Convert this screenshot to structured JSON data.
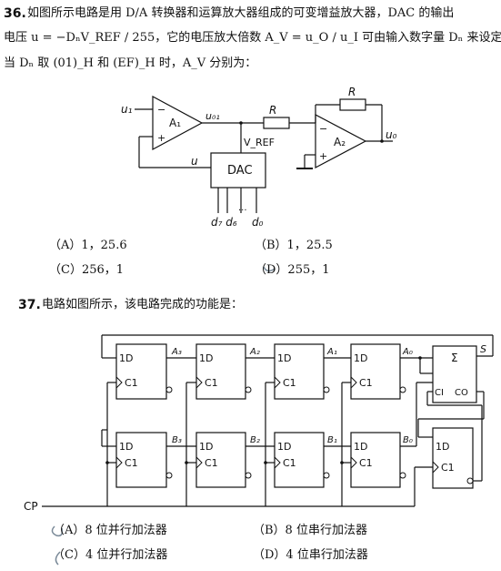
{
  "q36": {
    "number": "36.",
    "line1": "如图所示电路是用 D/A 转换器和运算放大器组成的可变增益放大器，DAC 的输出",
    "line2": "电压 u = −DₙV_REF / 255，它的电压放大倍数 A_V = u_O / u_I 可由输入数字量 Dₙ 来设定。",
    "line3": "当 Dₙ 取 (01)_H 和 (EF)_H 时，A_V 分别为：",
    "circuit": {
      "u1": "u₁",
      "a1": "A₁",
      "uo1": "u₀₁",
      "r_series": "R",
      "r_feedback": "R",
      "vref": "V_REF",
      "a2": "A₂",
      "uo": "u₀",
      "u": "u",
      "dac": "DAC",
      "d7d6": "d₇ d₆",
      "dots": "···",
      "d0": "d₀",
      "minus": "−",
      "plus": "+"
    },
    "options": {
      "a": "（A）1，25.6",
      "b": "（B）1，25.5",
      "c": "（C）256，1",
      "d": "（D）255，1"
    }
  },
  "q37": {
    "number": "37.",
    "text": "电路如图所示，该电路完成的功能是：",
    "circuit": {
      "d_label": "1D",
      "c_label": "C1",
      "a3": "A₃",
      "a2": "A₂",
      "a1": "A₁",
      "a0": "A₀",
      "b3": "B₃",
      "b2": "B₂",
      "b1": "B₁",
      "b0": "B₀",
      "sigma": "Σ",
      "s": "S",
      "ci": "CI",
      "co": "CO",
      "cp": "CP"
    },
    "options": {
      "a": "（A）8 位并行加法器",
      "b": "（B）8 位串行加法器",
      "c": "（C）4 位并行加法器",
      "d": "（D）4 位串行加法器"
    }
  },
  "colors": {
    "ink": "#111111",
    "pencil": "#7a8a98"
  }
}
